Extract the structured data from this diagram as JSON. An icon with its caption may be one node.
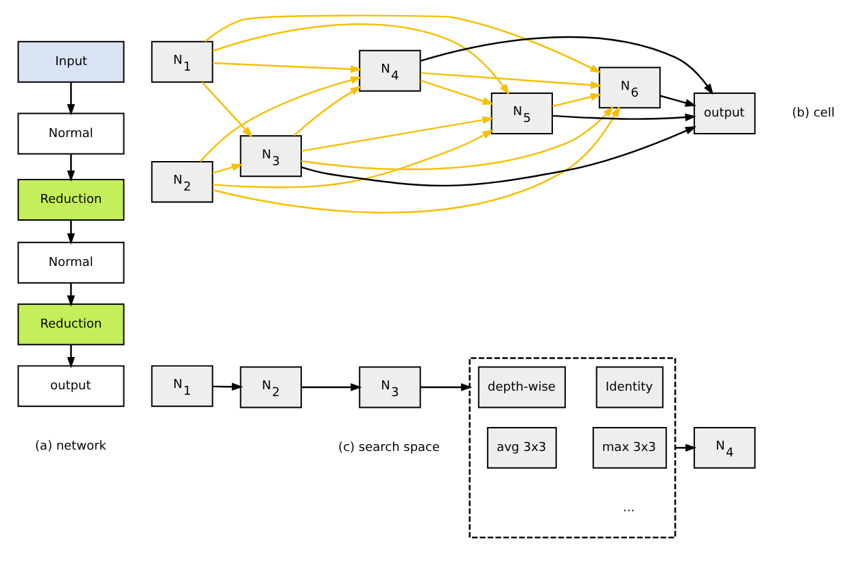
{
  "diagram": {
    "nodes": [
      {
        "text": [
          "Input"
        ]
      },
      {
        "text": [
          "Normal"
        ]
      },
      {
        "text": [
          "Reduction"
        ]
      },
      {
        "text": [
          "Normal"
        ]
      },
      {
        "text": [
          "Reduction"
        ]
      },
      {
        "text": [
          "output"
        ]
      },
      {
        "text": [
          "N$_{1}$"
        ]
      },
      {
        "text": [
          "N$_{2}$"
        ]
      },
      {
        "text": [
          "N$_{3}$"
        ]
      },
      {
        "text": [
          "N$_{4}$"
        ]
      },
      {
        "text": [
          "N$_{5}$"
        ]
      },
      {
        "text": [
          "N$_{6}$"
        ]
      },
      {
        "text": [
          "output"
        ]
      },
      {
        "text": [
          "N$_{1}$"
        ]
      },
      {
        "text": [
          "N$_{2}$"
        ]
      },
      {
        "text": [
          "N$_{3}$"
        ]
      },
      {
        "text": [],
        "shape": "box"
      },
      {
        "text": [
          "depth-wise"
        ],
        "in": 16
      },
      {
        "text": [
          "Identity"
        ],
        "in": 16
      },
      {
        "text": [
          "avg 3x3"
        ],
        "in": 16
      },
      {
        "text": [
          "max 3x3"
        ],
        "in": 16
      },
      {
        "text": [
          "N$_{4}$"
        ]
      }
    ],
    "edges": [
      {
        "from": 0,
        "to": 1,
        "arrow": "to",
        "color": "#000000"
      },
      {
        "from": 1,
        "to": 2,
        "arrow": "to",
        "color": "#000000"
      },
      {
        "from": 2,
        "to": 3,
        "arrow": "to",
        "color": "#000000"
      },
      {
        "from": 3,
        "to": 4,
        "arrow": "to",
        "color": "#000000"
      },
      {
        "from": 4,
        "to": 5,
        "arrow": "to",
        "color": "#000000"
      },
      {
        "from": 6,
        "to": 8,
        "arrow": "to",
        "color": "#f5c000"
      },
      {
        "from": 6,
        "to": 9,
        "arrow": "to",
        "color": "#f5c000"
      },
      {
        "from": 6,
        "to": 10,
        "arrow": "to",
        "color": "#f5c000"
      },
      {
        "from": 6,
        "to": 11,
        "arrow": "to",
        "color": "#f5c000"
      },
      {
        "from": 7,
        "to": 8,
        "arrow": "to",
        "color": "#f5c000"
      },
      {
        "from": 7,
        "to": 9,
        "arrow": "to",
        "color": "#f5c000"
      },
      {
        "from": 7,
        "to": 10,
        "arrow": "to",
        "color": "#f5c000"
      },
      {
        "from": 7,
        "to": 11,
        "arrow": "to",
        "color": "#f5c000"
      },
      {
        "from": 8,
        "to": 9,
        "arrow": "to",
        "color": "#f5c000"
      },
      {
        "from": 8,
        "to": 10,
        "arrow": "to",
        "color": "#f5c000"
      },
      {
        "from": 8,
        "to": 11,
        "arrow": "to",
        "color": "#f5c000"
      },
      {
        "from": 9,
        "to": 10,
        "arrow": "to",
        "color": "#f5c000"
      },
      {
        "from": 9,
        "to": 11,
        "arrow": "to",
        "color": "#f5c000"
      },
      {
        "from": 10,
        "to": 11,
        "arrow": "to",
        "color": "#f5c000"
      },
      {
        "from": 8,
        "to": 12,
        "arrow": "to",
        "color": "#000000"
      },
      {
        "from": 9,
        "to": 12,
        "arrow": "to",
        "color": "#000000"
      },
      {
        "from": 10,
        "to": 12,
        "arrow": "to",
        "color": "#000000"
      },
      {
        "from": 11,
        "to": 12,
        "arrow": "to",
        "color": "#000000"
      },
      {
        "from": 13,
        "to": 14,
        "arrow": "to",
        "color": "#000000"
      },
      {
        "from": 14,
        "to": 15,
        "arrow": "to",
        "color": "#000000"
      },
      {
        "from": 15,
        "to": 16,
        "arrow": "to",
        "color": "#000000"
      },
      {
        "from": 16,
        "to": 21,
        "arrow": "to",
        "color": "#000000"
      }
    ],
    "labels": [
      "(b) cell",
      "...",
      "(a) network",
      "(c) search space"
    ]
  }
}
